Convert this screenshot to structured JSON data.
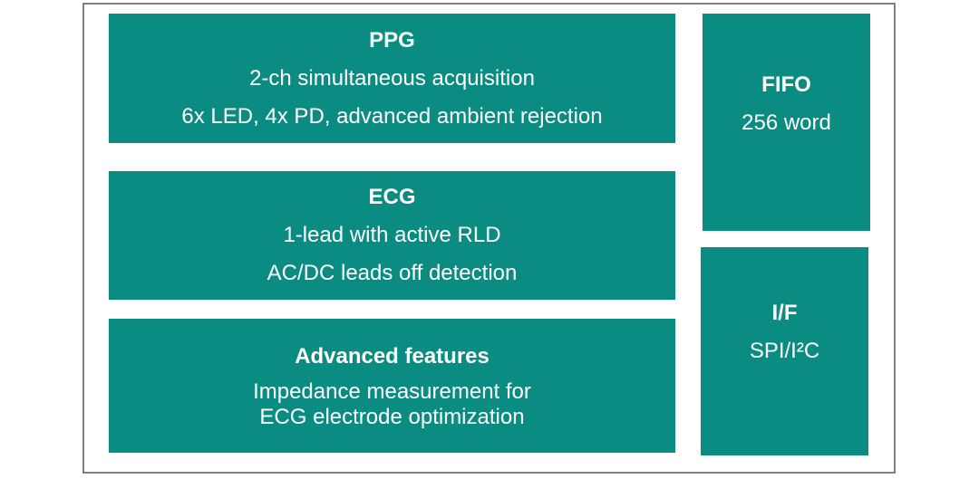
{
  "diagram": {
    "ppg": {
      "title": "PPG",
      "line1": "2-ch simultaneous acquisition",
      "line2": "6x LED, 4x PD, advanced ambient rejection"
    },
    "ecg": {
      "title": "ECG",
      "line1": "1-lead with active RLD",
      "line2": "AC/DC leads off detection"
    },
    "advanced": {
      "title": "Advanced features",
      "line1": "Impedance measurement for",
      "line2": "ECG electrode optimization"
    },
    "fifo": {
      "title": "FIFO",
      "line1": "256 word"
    },
    "interface": {
      "title": "I/F",
      "line1": "SPI/I²C"
    }
  },
  "colors": {
    "block_fill": "#0A8C82",
    "block_text": "#FFFFFF",
    "frame_border": "#7F7F7F",
    "background": "#FFFFFF"
  }
}
